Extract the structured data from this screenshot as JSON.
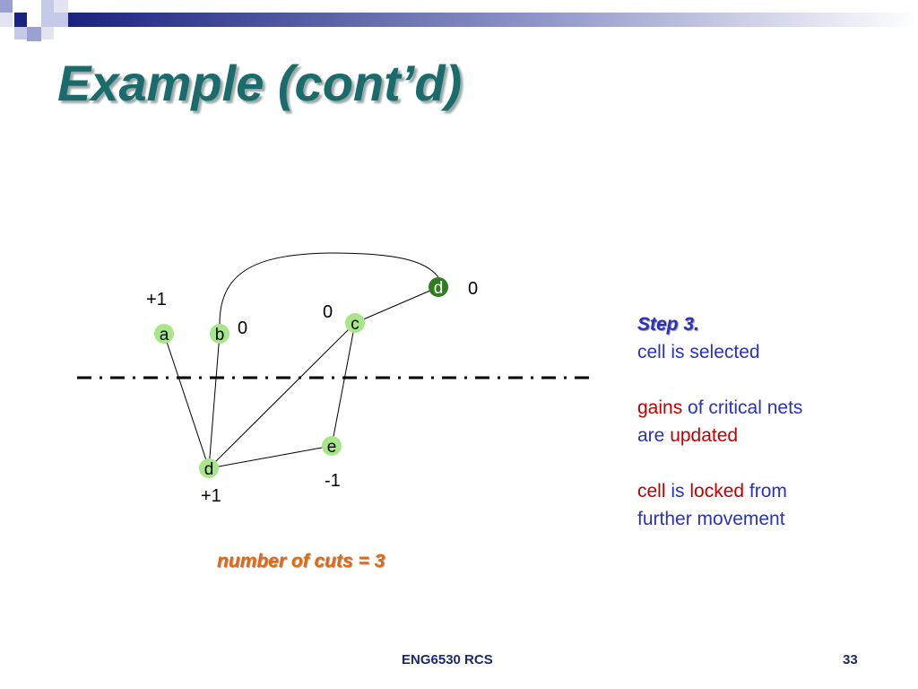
{
  "slide": {
    "title": "Example (cont’d)",
    "footer_center": "ENG6530 RCS",
    "page_number": "33"
  },
  "colors": {
    "title": "#1a6b6b",
    "node_fill": "#a8e68a",
    "locked_node_fill": "#2f7d1f",
    "text_blue": "#2a33b8",
    "text_red": "#c00000",
    "cuts_orange": "#e06a10",
    "footer_navy": "#1a2a6b"
  },
  "diagram": {
    "nodes": [
      {
        "id": "a",
        "label": "a",
        "gain": "+1",
        "locked": false
      },
      {
        "id": "b",
        "label": "b",
        "gain": "0",
        "locked": false
      },
      {
        "id": "c",
        "label": "c",
        "gain": "0",
        "locked": false
      },
      {
        "id": "d_top",
        "label": "d",
        "gain": "0",
        "locked": true
      },
      {
        "id": "e",
        "label": "e",
        "gain": "-1",
        "locked": false
      },
      {
        "id": "d_bottom",
        "label": "d",
        "gain": "+1",
        "locked": false
      }
    ],
    "edges": [
      [
        "a",
        "d_bottom"
      ],
      [
        "b",
        "d_bottom"
      ],
      [
        "b",
        "d_top"
      ],
      [
        "c",
        "d_top"
      ],
      [
        "c",
        "e"
      ],
      [
        "c",
        "d_bottom"
      ],
      [
        "e",
        "d_bottom"
      ]
    ],
    "cut_count_label": "number of cuts = 3"
  },
  "panel": {
    "step": "Step 3.",
    "line1": "cell is selected",
    "gains_word": "gains",
    "of_critical_nets": " of critical nets",
    "are": "are ",
    "updated": "updated",
    "cell_word": "cell",
    "is": " is ",
    "locked": "locked",
    "from": " from",
    "further_movement": "further movement"
  }
}
